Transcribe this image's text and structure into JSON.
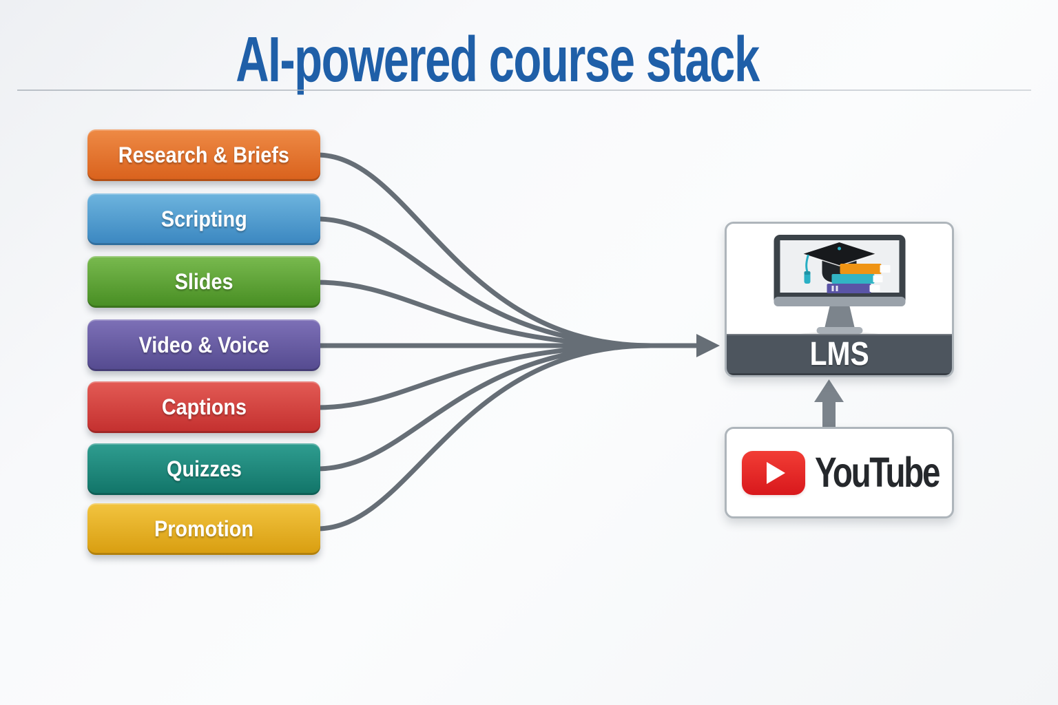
{
  "title": "AI-powered course stack",
  "title_color": "#1f5fa8",
  "stages": [
    {
      "label": "Research & Briefs",
      "color_top": "#ee8a45",
      "color_bottom": "#d9611c"
    },
    {
      "label": "Scripting",
      "color_top": "#6db4de",
      "color_bottom": "#3a86c0"
    },
    {
      "label": "Slides",
      "color_top": "#79ba4f",
      "color_bottom": "#478d22"
    },
    {
      "label": "Video & Voice",
      "color_top": "#7d70b7",
      "color_bottom": "#544a8f"
    },
    {
      "label": "Captions",
      "color_top": "#e35b55",
      "color_bottom": "#c32f2e"
    },
    {
      "label": "Quizzes",
      "color_top": "#2f9d90",
      "color_bottom": "#117468"
    },
    {
      "label": "Promotion",
      "color_top": "#f2c440",
      "color_bottom": "#d89d0f"
    }
  ],
  "lms": {
    "label": "LMS",
    "bar_color": "#4d555e"
  },
  "youtube": {
    "label": "YouTube",
    "red_top": "#f23d35",
    "red_bottom": "#d8181c",
    "wordmark_color": "#25282c"
  },
  "connectors": {
    "color": "#666e76",
    "arrow_color": "#7b838b"
  },
  "icons": {
    "lms": "monitor-graduation-cap-books-icon",
    "youtube": "play-button-icon"
  }
}
